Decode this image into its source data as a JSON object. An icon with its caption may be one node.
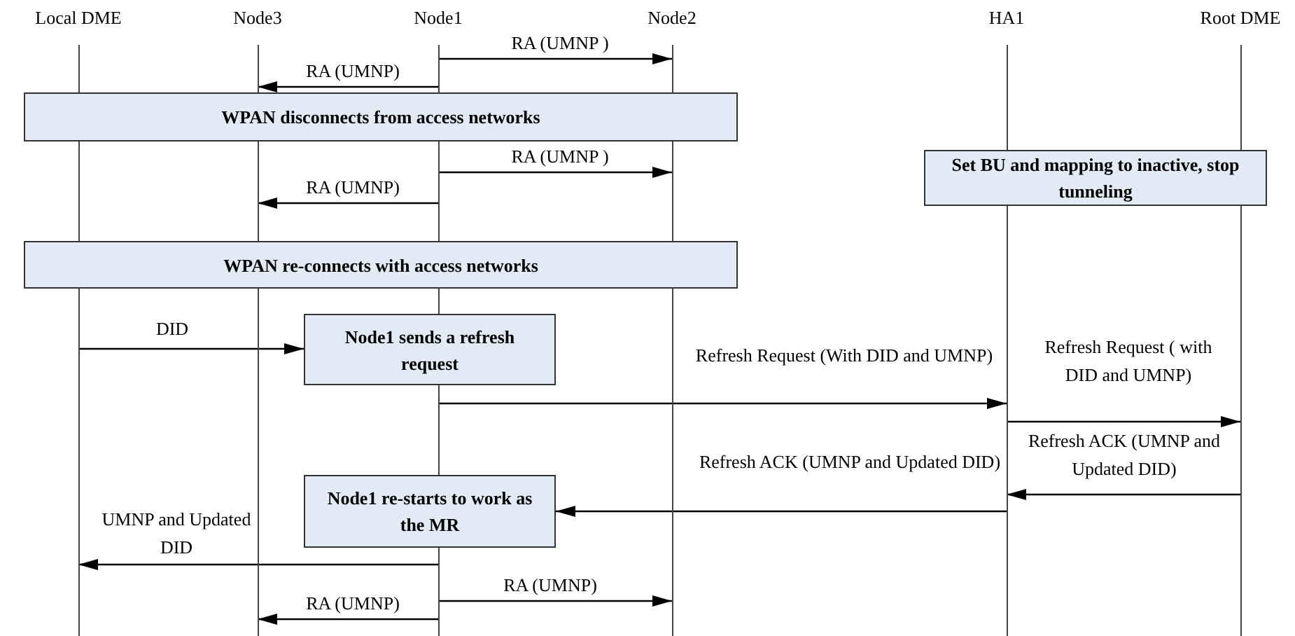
{
  "diagram": {
    "nodes": [
      {
        "text": [
          "Local DME"
        ]
      },
      {
        "text": [
          "Node3"
        ]
      },
      {
        "text": [
          "Node1"
        ]
      },
      {
        "text": [
          "Node2"
        ]
      },
      {
        "text": [
          "HA1"
        ]
      },
      {
        "text": [
          "Root DME"
        ]
      },
      {
        "text": [
          "WPAN disconnects from access networks"
        ]
      },
      {
        "text": [
          "Set BU and mapping to inactive, stop tunneling"
        ]
      },
      {
        "text": [
          "WPAN re-connects with access networks"
        ]
      },
      {
        "text": [
          "Node1 sends a refresh request"
        ]
      },
      {
        "text": [
          "Node1 re-starts  to work as the MR"
        ]
      }
    ],
    "edges": [
      {
        "from": 2,
        "to": 3,
        "arrow": "to",
        "label": "RA (UMNP )"
      },
      {
        "from": 2,
        "to": 1,
        "arrow": "to",
        "label": "RA (UMNP)"
      },
      {
        "from": 2,
        "to": 3,
        "arrow": "to",
        "label": "RA (UMNP )"
      },
      {
        "from": 2,
        "to": 1,
        "arrow": "to",
        "label": "RA (UMNP)"
      },
      {
        "from": 0,
        "to": 9,
        "arrow": "to",
        "label": "DID"
      },
      {
        "from": 2,
        "to": 4,
        "arrow": "to",
        "label": "Refresh Request (With DID and UMNP)"
      },
      {
        "from": 4,
        "to": 5,
        "arrow": "to",
        "label": "Refresh Request ( with DID and UMNP)"
      },
      {
        "from": 5,
        "to": 4,
        "arrow": "to",
        "label": "Refresh ACK (UMNP and Updated DID)"
      },
      {
        "from": 4,
        "to": 10,
        "arrow": "to",
        "label": "Refresh ACK (UMNP and Updated DID)"
      },
      {
        "from": 2,
        "to": 0,
        "arrow": "to",
        "label": "UMNP and Updated DID"
      },
      {
        "from": 2,
        "to": 3,
        "arrow": "to",
        "label": "RA (UMNP)"
      },
      {
        "from": 2,
        "to": 1,
        "arrow": "to",
        "label": "RA (UMNP)"
      }
    ]
  }
}
